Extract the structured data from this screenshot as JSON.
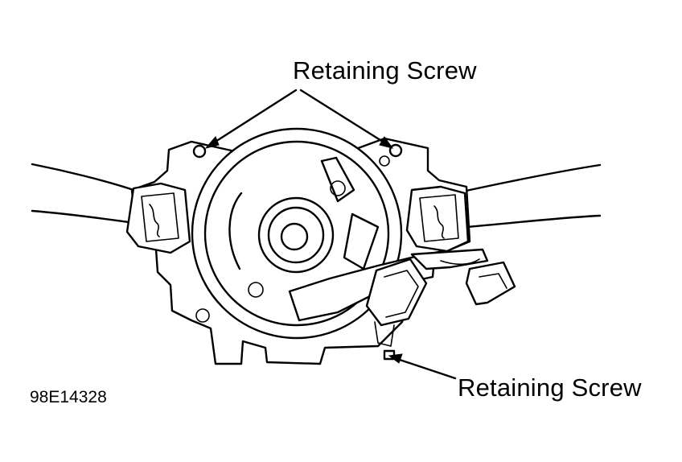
{
  "callouts": {
    "top_label": "Retaining Screw",
    "bottom_label": "Retaining Screw"
  },
  "figure_id": "98E14328"
}
